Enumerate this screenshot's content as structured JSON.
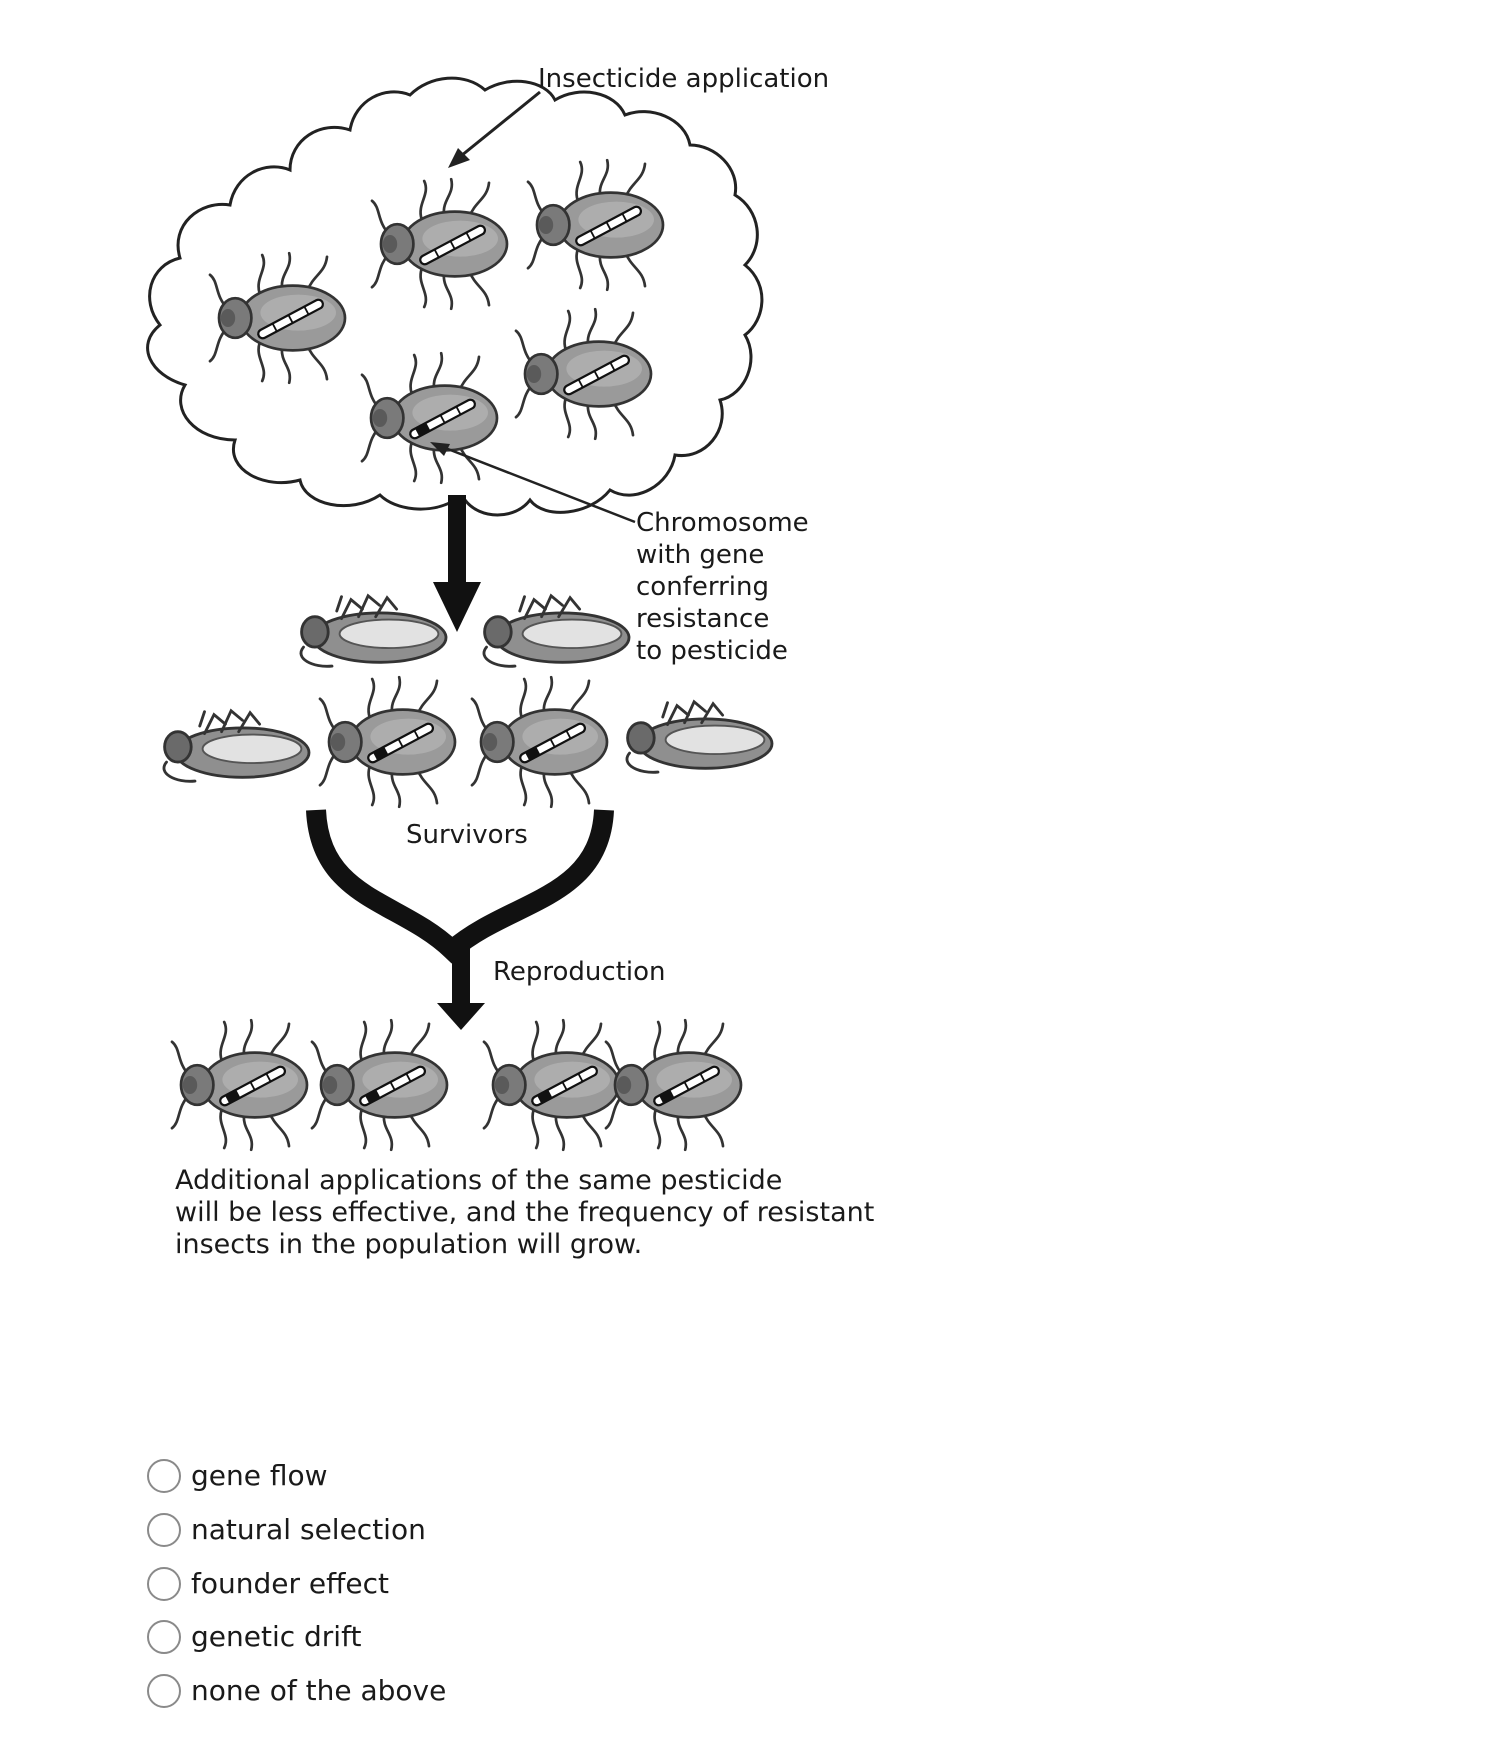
{
  "figure": {
    "label_insecticide": "Insecticide application",
    "label_chromosome": [
      "Chromosome",
      "with gene",
      "conferring",
      "resistance",
      "to pesticide"
    ],
    "label_survivors": "Survivors",
    "label_reproduction": "Reproduction",
    "caption": [
      "Additional applications of the same pesticide",
      "will be less effective, and the frequency of resistant",
      "insects in the population will grow."
    ]
  },
  "options": [
    {
      "label": "gene flow"
    },
    {
      "label": "natural selection"
    },
    {
      "label": "founder effect"
    },
    {
      "label": "genetic drift"
    },
    {
      "label": "none of the above"
    }
  ]
}
